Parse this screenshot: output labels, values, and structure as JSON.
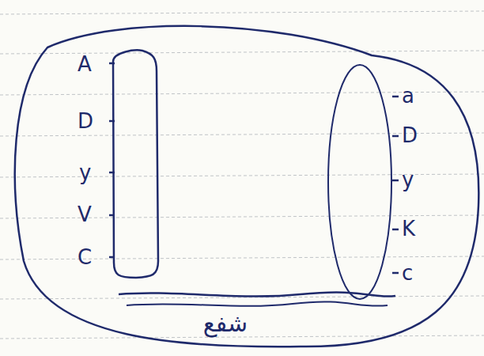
{
  "diagram": {
    "nodes": [
      {
        "text": [
          "شفع"
        ]
      },
      {
        "text": [
          "A",
          "D",
          "y",
          "V",
          "C"
        ],
        "in": 0
      },
      {
        "text": [
          "a",
          "D",
          "y",
          "K",
          "c"
        ],
        "in": 0
      }
    ]
  }
}
